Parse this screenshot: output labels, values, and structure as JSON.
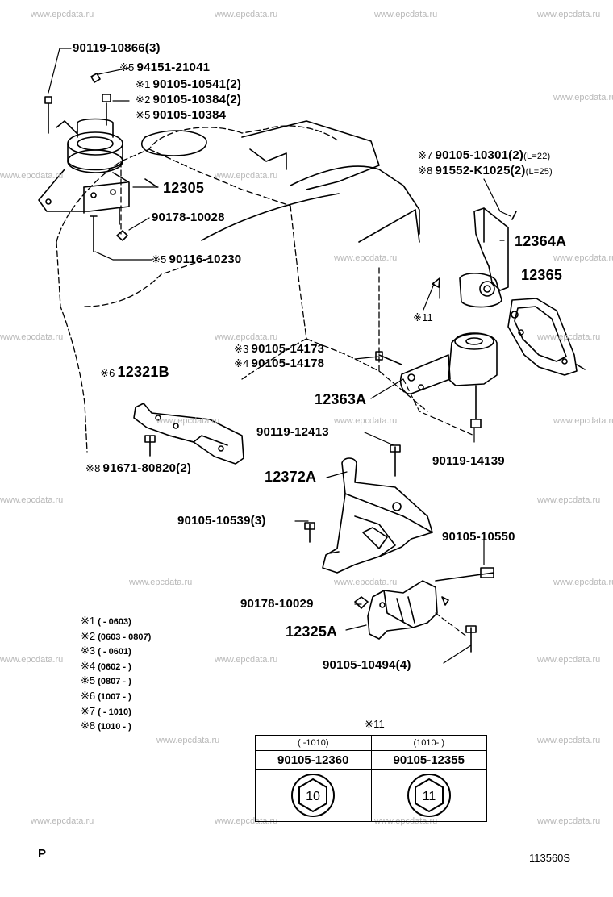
{
  "watermark": "www.epcdata.ru",
  "labels": {
    "p1": {
      "mark": "",
      "code": "90119-10866(3)"
    },
    "p2": {
      "mark": "※5",
      "code": "94151-21041"
    },
    "p3": {
      "mark": "※1",
      "code": "90105-10541(2)"
    },
    "p4": {
      "mark": "※2",
      "code": "90105-10384(2)"
    },
    "p5": {
      "mark": "※5",
      "code": "90105-10384"
    },
    "p6": {
      "mark": "",
      "code": "12305"
    },
    "p7": {
      "mark": "",
      "code": "90178-10028"
    },
    "p8": {
      "mark": "※5",
      "code": "90116-10230"
    },
    "p9": {
      "mark": "※7",
      "code": "90105-10301(2)",
      "note": "(L=22)"
    },
    "p10": {
      "mark": "※8",
      "code": "91552-K1025(2)",
      "note": "(L=25)"
    },
    "p11": {
      "mark": "",
      "code": "12364A"
    },
    "p12": {
      "mark": "",
      "code": "12365"
    },
    "p13": {
      "mark": "※11",
      "code": ""
    },
    "p14": {
      "mark": "※3",
      "code": "90105-14173"
    },
    "p15": {
      "mark": "※4",
      "code": "90105-14178"
    },
    "p16": {
      "mark": "※6",
      "code": "12321B"
    },
    "p17": {
      "mark": "",
      "code": "12363A"
    },
    "p18": {
      "mark": "",
      "code": "90119-12413"
    },
    "p19": {
      "mark": "",
      "code": "90119-14139"
    },
    "p20": {
      "mark": "※8",
      "code": "91671-80820(2)"
    },
    "p21": {
      "mark": "",
      "code": "12372A"
    },
    "p22": {
      "mark": "",
      "code": "90105-10539(3)"
    },
    "p23": {
      "mark": "",
      "code": "90105-10550"
    },
    "p24": {
      "mark": "",
      "code": "90178-10029"
    },
    "p25": {
      "mark": "",
      "code": "12325A"
    },
    "p26": {
      "mark": "",
      "code": "90105-10494(4)"
    }
  },
  "legend": [
    {
      "mark": "※1",
      "range": "(       - 0603)"
    },
    {
      "mark": "※2",
      "range": "(0603 - 0807)"
    },
    {
      "mark": "※3",
      "range": "(       - 0601)"
    },
    {
      "mark": "※4",
      "range": "(0602 -       )"
    },
    {
      "mark": "※5",
      "range": "(0807 -       )"
    },
    {
      "mark": "※6",
      "range": "(1007 -       )"
    },
    {
      "mark": "※7",
      "range": "(       - 1010)"
    },
    {
      "mark": "※8",
      "range": "(1010 -       )"
    }
  ],
  "inset": {
    "title": "※11",
    "cols": [
      {
        "range": "(    -1010)",
        "code": "90105-12360",
        "size": "10"
      },
      {
        "range": "(1010-    )",
        "code": "90105-12355",
        "size": "11"
      }
    ]
  },
  "corner_left": "P",
  "corner_right": "113560S"
}
